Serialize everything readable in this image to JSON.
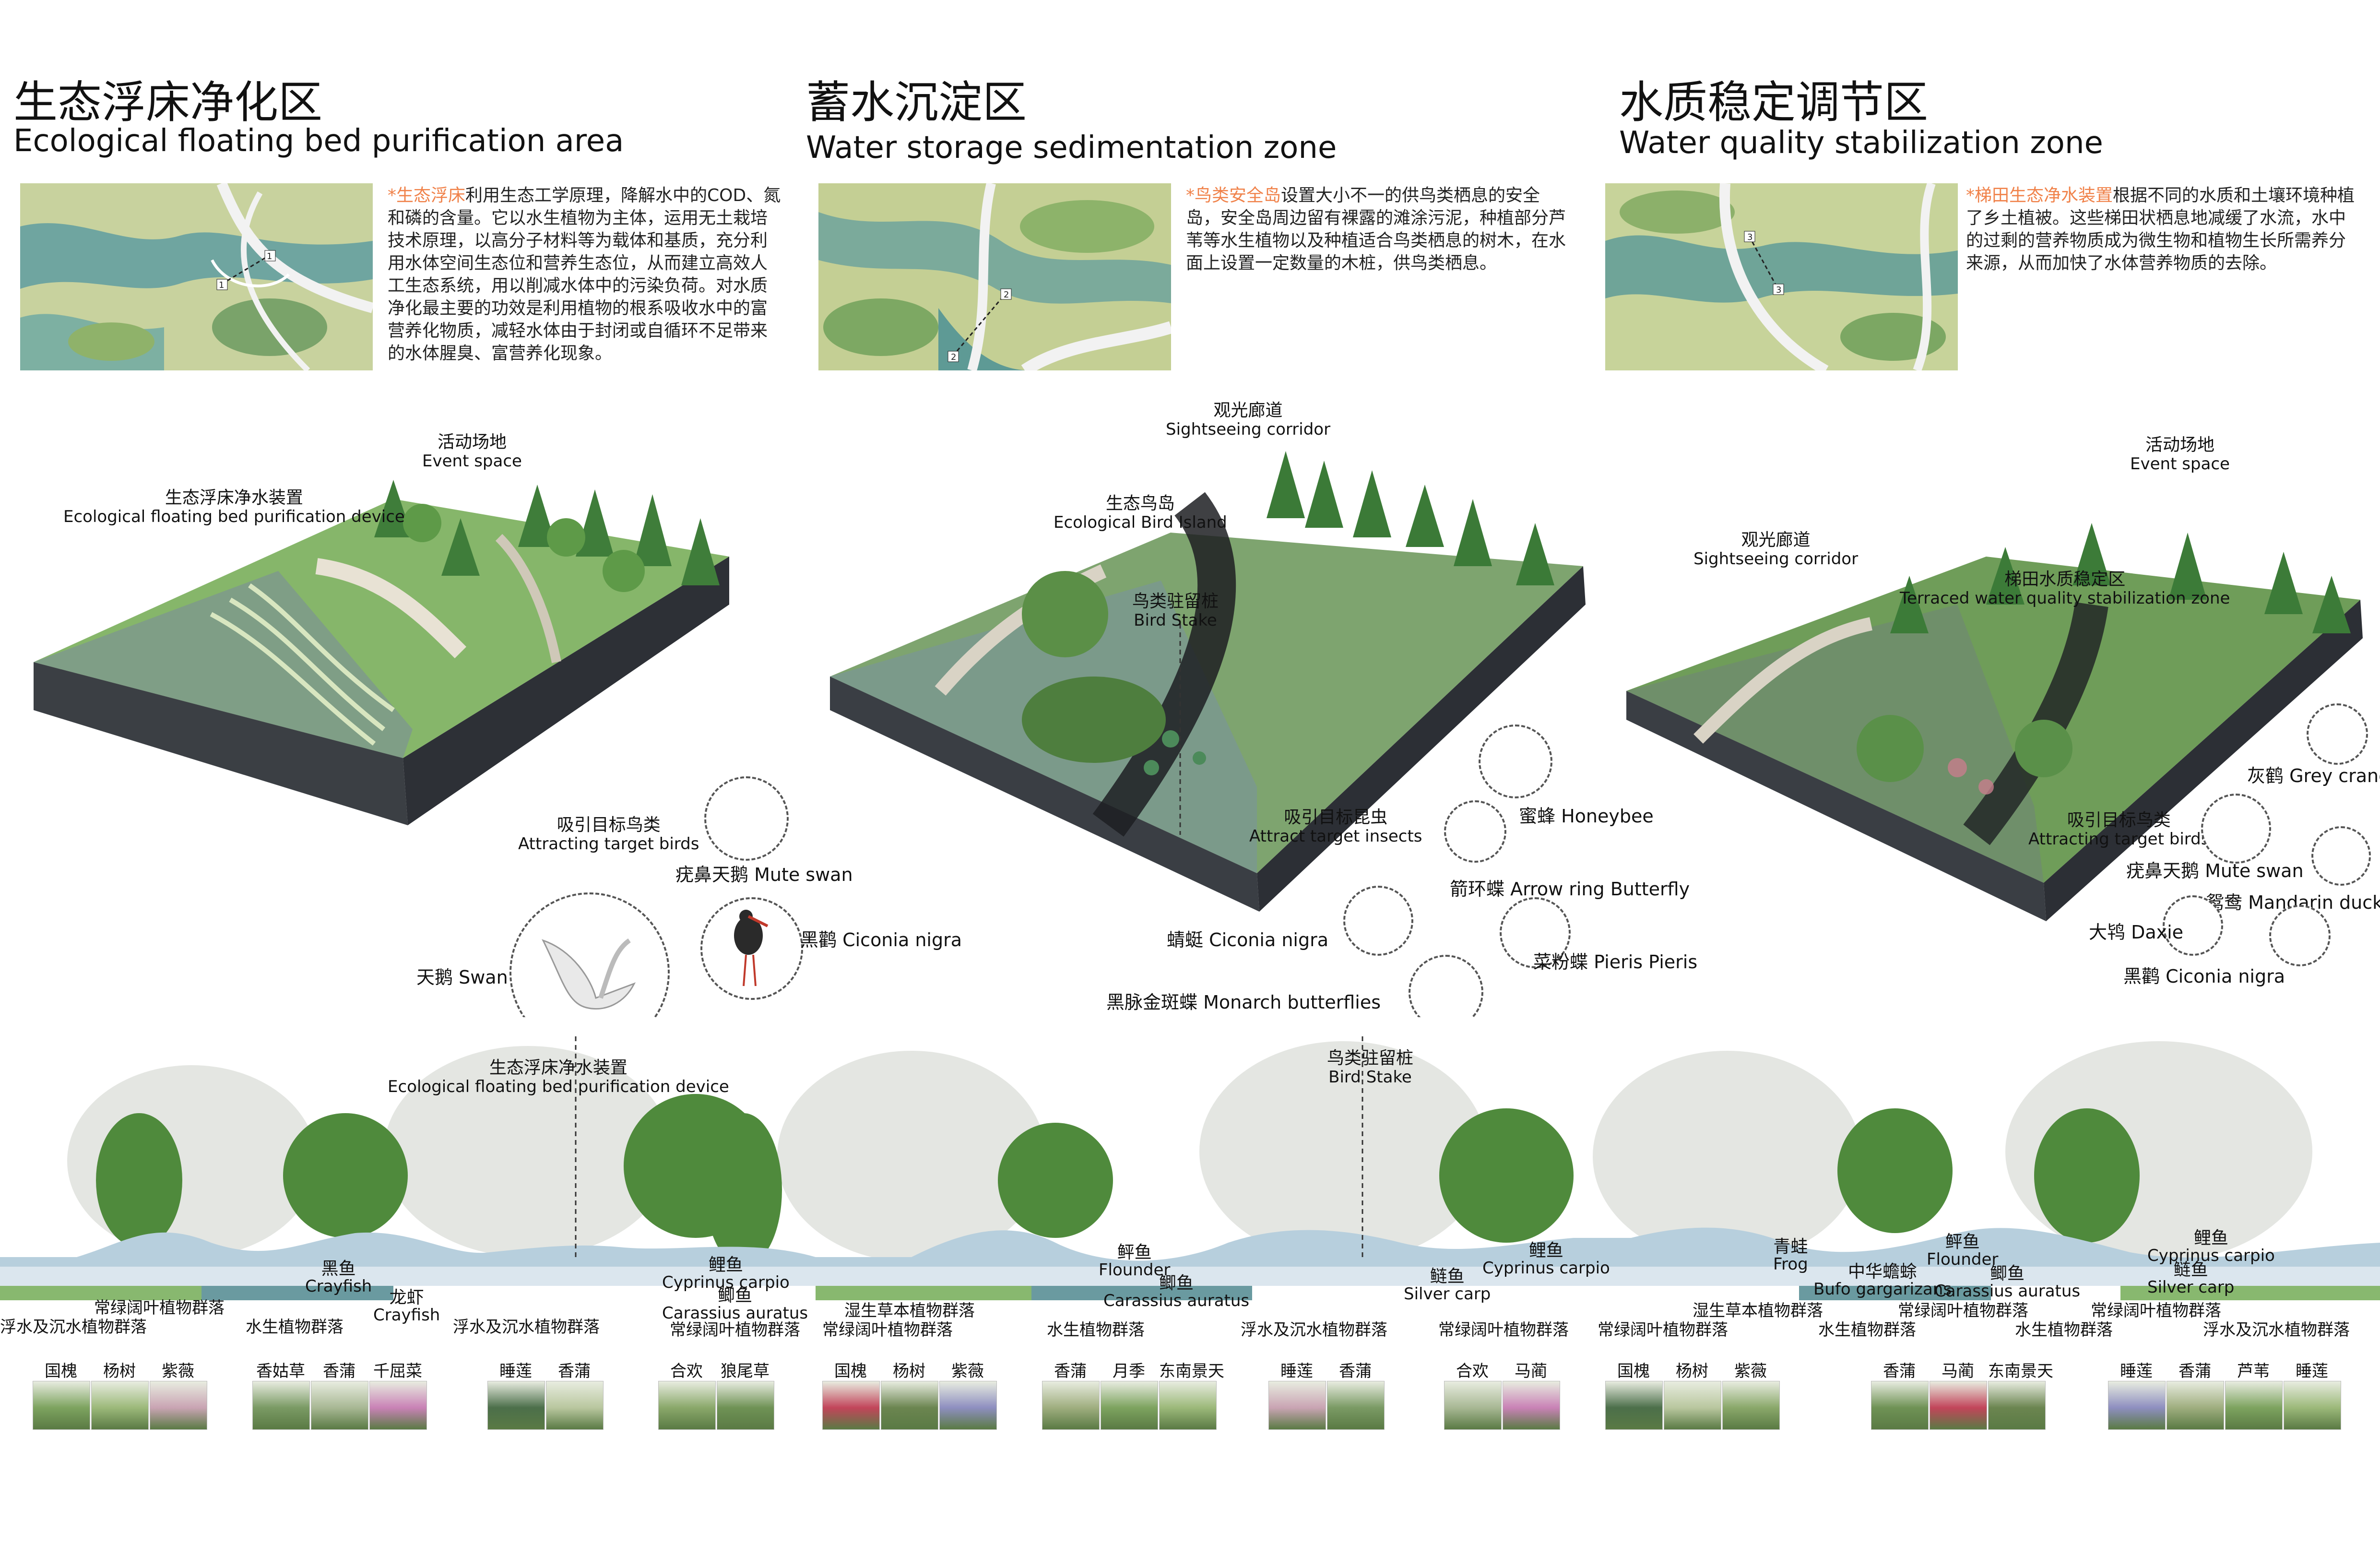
{
  "zones": [
    {
      "title_cn": "生态浮床净化区",
      "title_en": "Ecological floating bed purification area",
      "desc_highlight": "*生态浮床",
      "desc": "利用生态工学原理，降解水中的COD、氮和磷的含量。它以水生植物为主体，运用无土栽培技术原理，以高分子材料等为载体和基质，充分利用水体空间生态位和营养生态位，从而建立高效人工生态系统，用以削减水体中的污染负荷。对水质净化最主要的功效是利用植物的根系吸收水中的富营养化物质，减轻水体由于封闭或自循环不足带来的水体腥臭、富营养化现象。",
      "map_markers": [
        "1",
        "1"
      ]
    },
    {
      "title_cn": "蓄水沉淀区",
      "title_en": "Water storage sedimentation zone",
      "desc_highlight": "*鸟类安全岛",
      "desc": "设置大小不一的供鸟类栖息的安全岛，安全岛周边留有裸露的滩涂污泥，种植部分芦苇等水生植物以及种植适合鸟类栖息的树木，在水面上设置一定数量的木桩，供鸟类栖息。",
      "map_markers": [
        "2",
        "2"
      ]
    },
    {
      "title_cn": "水质稳定调节区",
      "title_en": "Water quality stabilization zone",
      "desc_highlight": "*梯田生态净水装置",
      "desc": "根据不同的水质和土壤环境种植了乡土植被。这些梯田状栖息地减缓了水流，水中的过剩的营养物质成为微生物和植物生长所需养分来源，从而加快了水体营养物质的去除。",
      "map_markers": [
        "3",
        "3"
      ]
    }
  ],
  "model_labels": {
    "z1_event_cn": "活动场地",
    "z1_event_en": "Event space",
    "z1_device_cn": "生态浮床净水装置",
    "z1_device_en": "Ecological floating bed purification device",
    "z2_corridor_cn": "观光廊道",
    "z2_corridor_en": "Sightseeing corridor",
    "z2_island_cn": "生态鸟岛",
    "z2_island_en": "Ecological Bird Island",
    "z2_stake_cn": "鸟类驻留桩",
    "z2_stake_en": "Bird Stake",
    "z3_event_cn": "活动场地",
    "z3_event_en": "Event space",
    "z3_corridor_cn": "观光廊道",
    "z3_corridor_en": "Sightseeing corridor",
    "z3_terrace_cn": "梯田水质稳定区",
    "z3_terrace_en": "Terraced water quality stabilization zone"
  },
  "species": {
    "z1_group_cn": "吸引目标鸟类",
    "z1_group_en": "Attracting target birds",
    "mute_swan_1": "疣鼻天鹅 Mute swan",
    "swan": "天鹅 Swan",
    "ciconia_1": "黑鹳 Ciconia nigra",
    "z2_group_cn": "吸引目标昆虫",
    "z2_group_en": "Attract target insects",
    "honeybee": "蜜蜂 Honeybee",
    "arrow_butterfly": "箭环蝶 Arrow ring Butterfly",
    "dragonfly": "蜻蜓 Ciconia nigra",
    "pieris": "菜粉蝶 Pieris Pieris",
    "monarch": "黑脉金斑蝶 Monarch butterflies",
    "grey_crane": "灰鹤 Grey crane",
    "z3_group_cn": "吸引目标鸟类",
    "z3_group_en": "Attracting target birds",
    "mute_swan_2": "疣鼻天鹅 Mute swan",
    "mandarin": "鸳鸯 Mandarin duck",
    "daxie": "大鸨 Daxie",
    "ciconia_2": "黑鹳 Ciconia nigra"
  },
  "section_labels": {
    "device_cn": "生态浮床净水装置",
    "device_en": "Ecological floating bed purification device",
    "stake_cn": "鸟类驻留桩",
    "stake_en": "Bird Stake"
  },
  "aquatic": [
    {
      "cn": "黑鱼",
      "en": "Crayfish"
    },
    {
      "cn": "龙虾",
      "en": "Crayfish"
    },
    {
      "cn": "鲤鱼",
      "en": "Cyprinus  carpio"
    },
    {
      "cn": "鲫鱼",
      "en": "Carassius  auratus"
    },
    {
      "cn": "鲆鱼",
      "en": "Flounder"
    },
    {
      "cn": "鲫鱼",
      "en": "Carassius  auratus"
    },
    {
      "cn": "鲤鱼",
      "en": "Cyprinus  carpio"
    },
    {
      "cn": "鲢鱼",
      "en": "Silver carp"
    },
    {
      "cn": "青蛙",
      "en": "Frog"
    },
    {
      "cn": "中华蟾蜍",
      "en": "Bufo gargarizans"
    },
    {
      "cn": "鲆鱼",
      "en": "Flounder"
    },
    {
      "cn": "鲫鱼",
      "en": "Carassius  auratus"
    },
    {
      "cn": "鲤鱼",
      "en": "Cyprinus  carpio"
    },
    {
      "cn": "鲢鱼",
      "en": "Silver carp"
    }
  ],
  "communities": [
    "浮水及沉水植物群落",
    "常绿阔叶植物群落",
    "水生植物群落",
    "浮水及沉水植物群落",
    "常绿阔叶植物群落",
    "湿生草本植物群落",
    "常绿阔叶植物群落",
    "水生植物群落",
    "浮水及沉水植物群落",
    "常绿阔叶植物群落",
    "常绿阔叶植物群落",
    "湿生草本植物群落",
    "水生植物群落",
    "常绿阔叶植物群落",
    "水生植物群落",
    "常绿阔叶植物群落",
    "浮水及沉水植物群落"
  ],
  "plants": [
    "国槐",
    "杨树",
    "紫薇",
    "香姑草",
    "香蒲",
    "千屈菜",
    "睡莲",
    "香蒲",
    "合欢",
    "狼尾草",
    "国槐",
    "杨树",
    "紫薇",
    "香蒲",
    "月季",
    "东南景天",
    "睡莲",
    "香蒲",
    "合欢",
    "马蔺",
    "国槐",
    "杨树",
    "紫薇",
    "香蒲",
    "马蔺",
    "东南景天",
    "睡莲",
    "香蒲",
    "芦苇",
    "睡莲"
  ]
}
